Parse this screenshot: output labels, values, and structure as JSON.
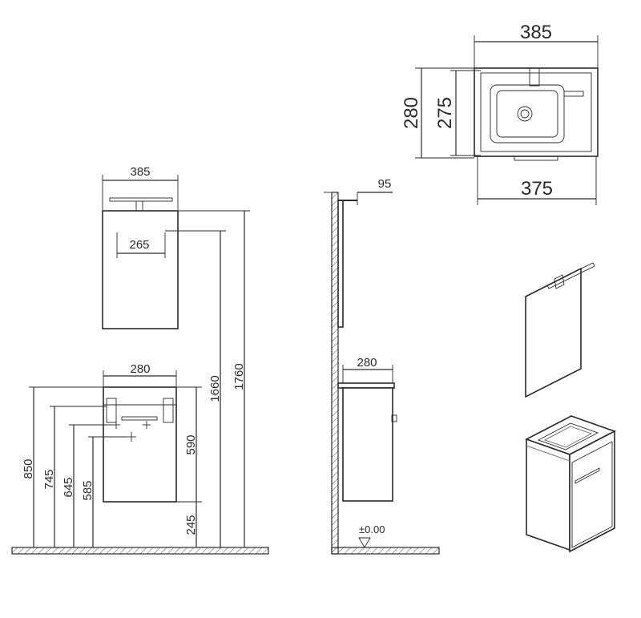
{
  "front_view": {
    "mirror_width": "385",
    "mirror_inner_width": "265",
    "unit_width": "280",
    "height_850": "850",
    "height_745": "745",
    "height_645": "645",
    "height_585": "585",
    "height_590": "590",
    "height_245": "245",
    "height_1660": "1660",
    "height_1760": "1760"
  },
  "side_view": {
    "mirror_projection": "95",
    "unit_depth": "280",
    "floor_level": "±0.00"
  },
  "top_view": {
    "top_width": "385",
    "bottom_width": "375",
    "outer_depth": "280",
    "inner_depth": "275"
  }
}
